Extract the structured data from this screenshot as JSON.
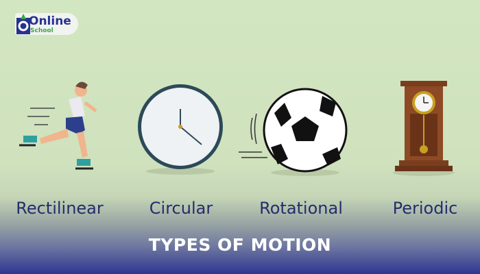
{
  "logo": {
    "line1": "Online",
    "line2": "School",
    "colors": {
      "blue": "#27338f",
      "green": "#3aa64a"
    }
  },
  "labels": [
    "Rectilinear",
    "Circular",
    "Rotational",
    "Periodic"
  ],
  "title": "TYPES OF MOTION",
  "icons": [
    "runner-icon",
    "wall-clock-icon",
    "soccer-ball-icon",
    "pendulum-clock-icon"
  ]
}
